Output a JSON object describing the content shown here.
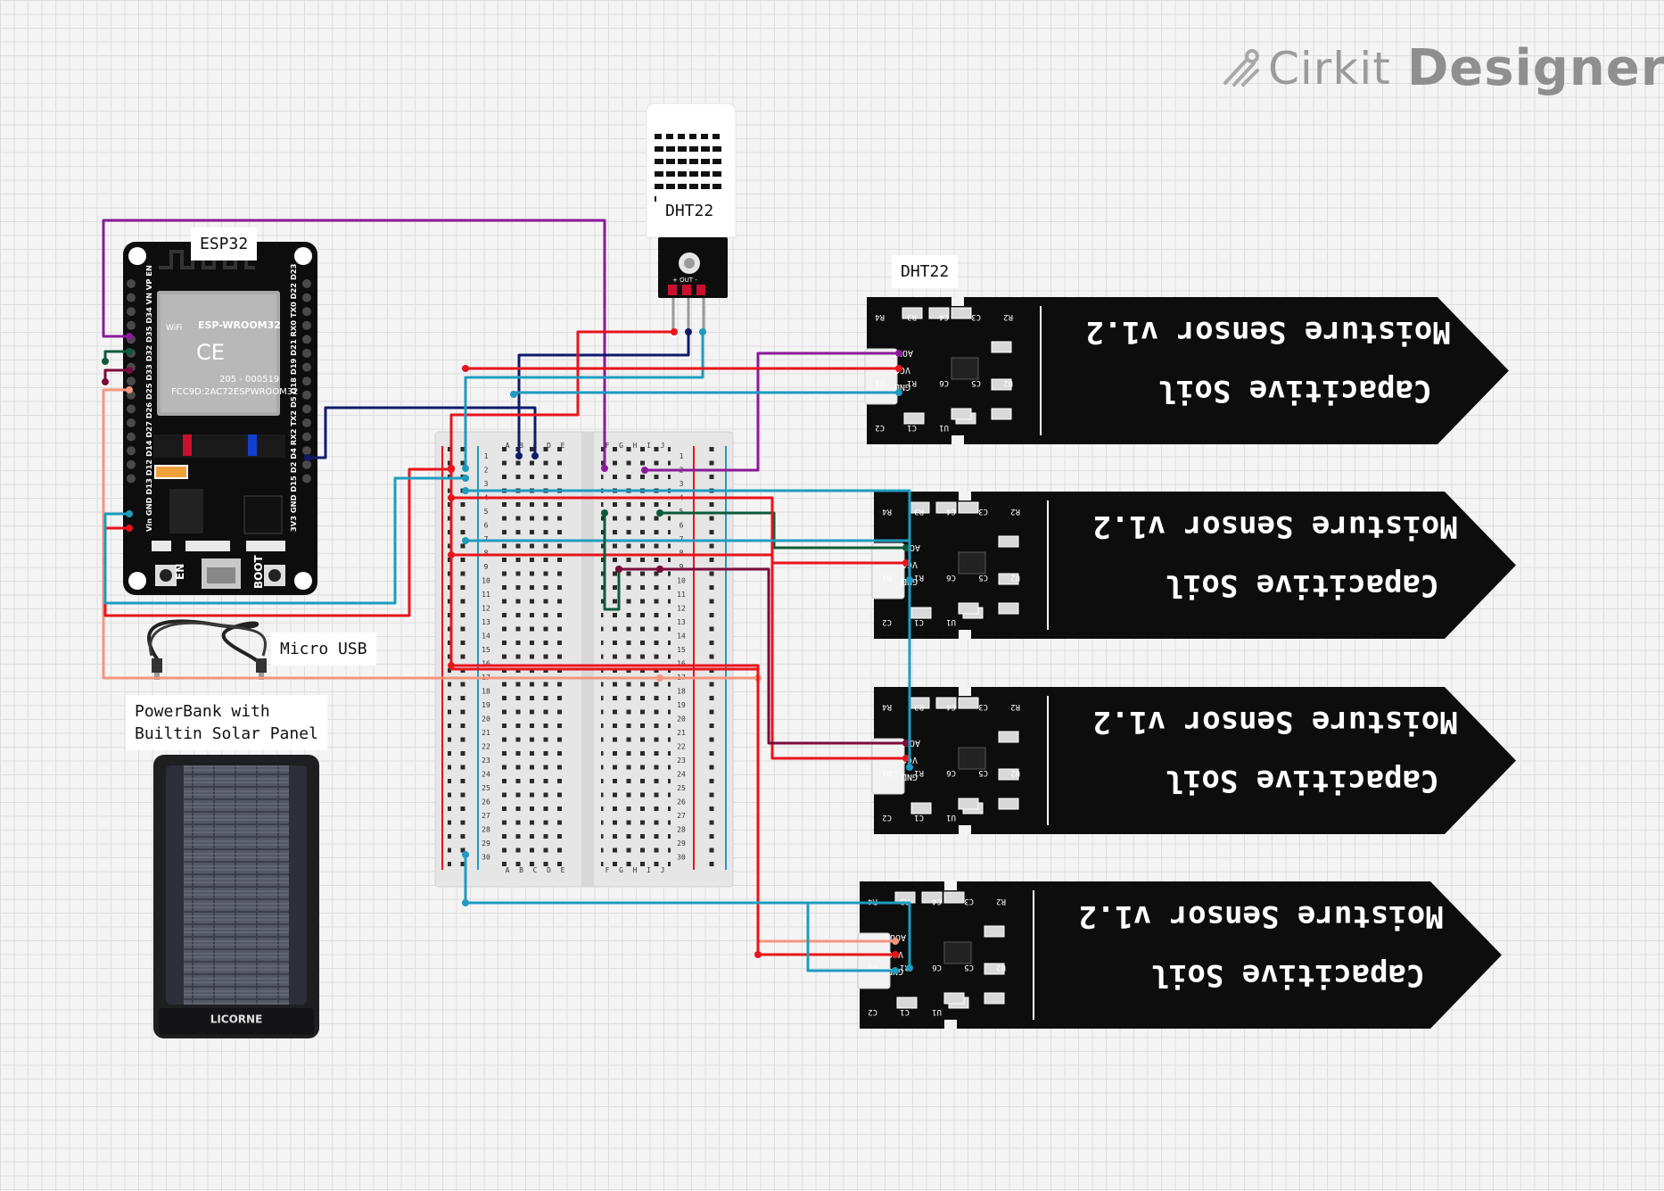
{
  "brand": {
    "name": "Cirkit",
    "product": "Designer"
  },
  "components": {
    "esp32": {
      "label": "ESP32",
      "module_text": "ESP-WROOM32",
      "wifi_text": "WiFi",
      "fcc_id": "FCC9D:2AC72ESPWROOM32",
      "cert_code": "205 - 000519",
      "ce_mark": "CE",
      "en_button": "EN",
      "boot_button": "BOOT",
      "pins_left": "Vin GND D13 D12 D14 D27 D26 D25 D33 D32 D35 D34 VN VP EN",
      "pins_right": "3V3 GND D15 D2 D4 RX2 TX2 D5 D18 D19 D21 RX0 TX0 D22 D23"
    },
    "dht22": {
      "label": "DHT22",
      "pin_labels": "+ OUT -"
    },
    "dht22_sensor_label": "DHT22",
    "micro_usb": {
      "label": "Micro USB"
    },
    "powerbank": {
      "label": "PowerBank with\nBuiltin Solar Panel",
      "brand": "LICORNE"
    },
    "breadboard": {
      "columns_left": [
        "A",
        "B",
        "C",
        "D",
        "E"
      ],
      "columns_right": [
        "F",
        "G",
        "H",
        "I",
        "J"
      ],
      "rows": 30
    },
    "moisture_sensors": [
      {
        "line1": "Moisture Sensor v1.2",
        "line2": "Capacitive Soil",
        "pins": [
          "AOUT",
          "VCC",
          "GND"
        ],
        "parts": [
          "R4",
          "R3",
          "C4",
          "C3",
          "R2",
          "D1",
          "R1",
          "C6",
          "C5",
          "U2",
          "C2",
          "C1",
          "U1"
        ]
      },
      {
        "line1": "Moisture Sensor v1.2",
        "line2": "Capacitive Soil",
        "pins": [
          "AOUT",
          "VCC",
          "GND"
        ],
        "parts": [
          "R4",
          "R3",
          "C4",
          "C3",
          "R2",
          "D1",
          "R1",
          "C6",
          "C5",
          "U2",
          "C2",
          "C1",
          "U1"
        ]
      },
      {
        "line1": "Moisture Sensor v1.2",
        "line2": "Capacitive Soil",
        "pins": [
          "AOUT",
          "VCC",
          "GND"
        ],
        "parts": [
          "R4",
          "R3",
          "C4",
          "C3",
          "R2",
          "D1",
          "R1",
          "C6",
          "C5",
          "U2",
          "C2",
          "C1",
          "U1"
        ]
      },
      {
        "line1": "Moisture Sensor v1.2",
        "line2": "Capacitive Soil",
        "pins": [
          "AOUT",
          "VCC",
          "GND"
        ],
        "parts": [
          "R4",
          "R3",
          "C4",
          "C3",
          "R2",
          "D1",
          "R1",
          "C6",
          "C5",
          "U2",
          "C2",
          "C1",
          "U1"
        ]
      }
    ]
  },
  "colors": {
    "wire_red": "#e8141c",
    "wire_blue": "#1e9bbf",
    "wire_navy": "#101a6b",
    "wire_purple": "#8a1a9a",
    "wire_green": "#0c5a3a",
    "wire_maroon": "#7a0a3c",
    "wire_salmon": "#f4957d",
    "pcb_black": "#0d0d0d",
    "breadboard": "#e9e9e9"
  }
}
